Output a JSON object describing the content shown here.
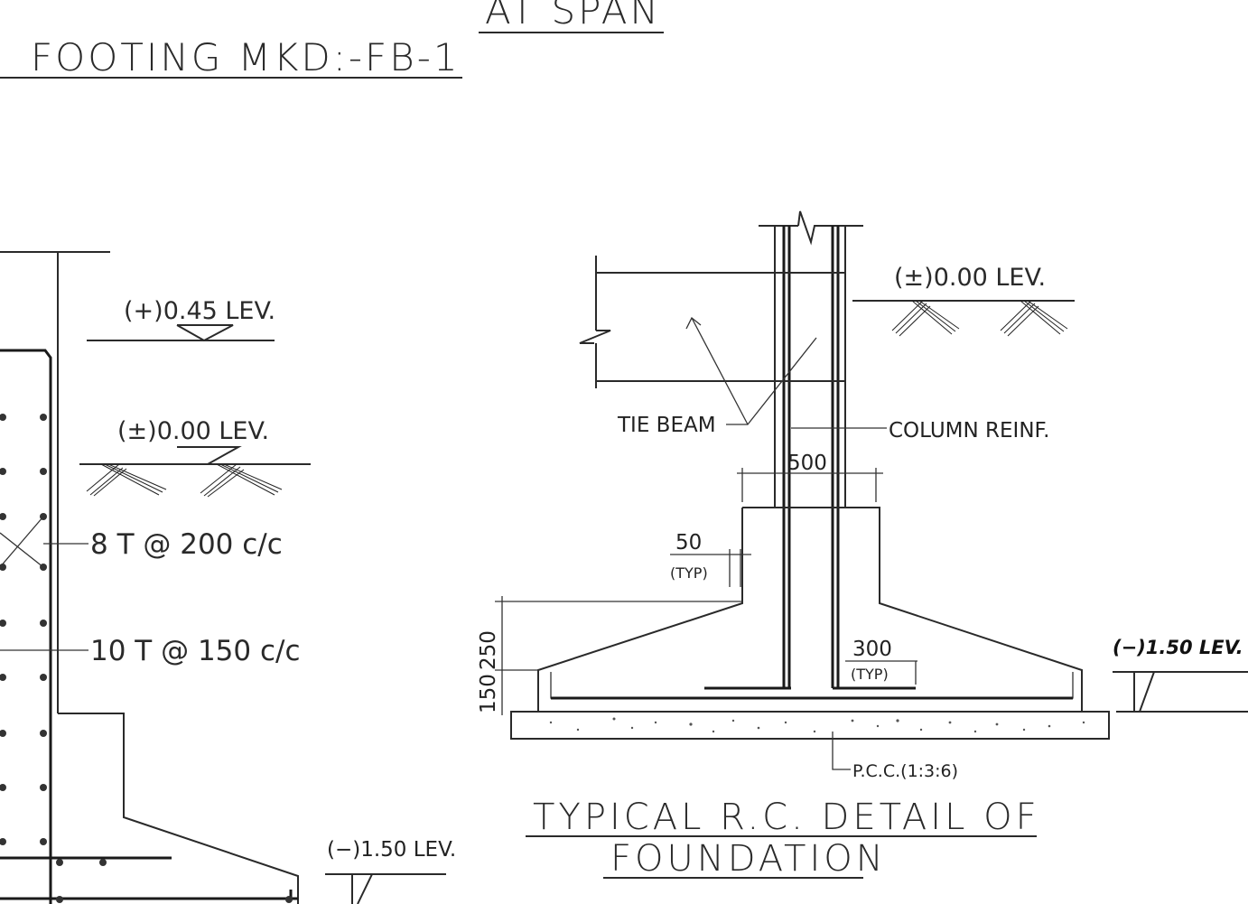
{
  "titles": {
    "at_span": "AT SPAN",
    "footing_mark": "FOOTING MKD:-FB-1",
    "typical_line1": "TYPICAL R.C. DETAIL OF",
    "typical_line2": "FOUNDATION"
  },
  "left_detail": {
    "lev_plus": "(+)0.45 LEV.",
    "lev_zero": "(±)0.00 LEV.",
    "rebar_1": "8 T @ 200 c/c",
    "rebar_2": "10 T @ 150 c/c",
    "lev_minus": "(−)1.50 LEV."
  },
  "right_detail": {
    "lev_zero": "(±)0.00 LEV.",
    "tie_beam": "TIE BEAM",
    "column_reinf": "COLUMN REINF.",
    "dim_500": "500",
    "dim_50": "50",
    "typ_1": "(TYP)",
    "dim_300": "300",
    "typ_2": "(TYP)",
    "dim_250": "250",
    "dim_150": "150",
    "lev_minus": "(−)1.50 LEV.",
    "pcc": "P.C.C.(1:3:6)"
  }
}
